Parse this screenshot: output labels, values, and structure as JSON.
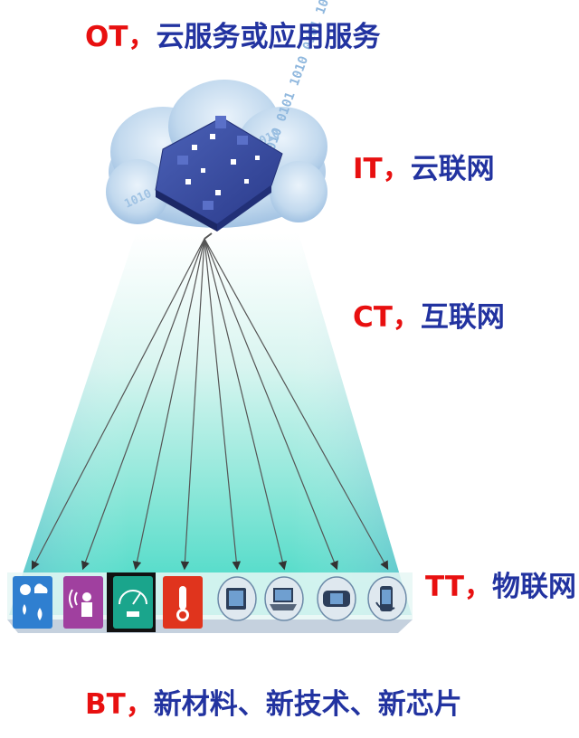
{
  "labels": {
    "ot": {
      "code": "OT",
      "sep": "，",
      "desc": "云服务或应用服务"
    },
    "it": {
      "code": "IT",
      "sep": "，",
      "desc": "云联网"
    },
    "ct": {
      "code": "CT",
      "sep": "，",
      "desc": "互联网"
    },
    "tt": {
      "code": "TT",
      "sep": "，",
      "desc": "物联网"
    },
    "bt": {
      "code": "BT",
      "sep": "，",
      "desc": "新材料、新技术、新芯片"
    }
  },
  "cloud_digits": "1010 0101 1010 0101 1010",
  "colors": {
    "code": "#e81010",
    "desc": "#2233a0",
    "beam": "#3fd7c4",
    "cloud": "#b9d3ea",
    "chip": "#3b4d9e"
  },
  "devices": [
    {
      "name": "weather-sensor-icon",
      "color": "#2f7fd0"
    },
    {
      "name": "signal-person-icon",
      "color": "#a0409f"
    },
    {
      "name": "gauge-icon",
      "color": "#1aa58c"
    },
    {
      "name": "thermometer-icon",
      "color": "#e0341d"
    },
    {
      "name": "tablet-device-icon",
      "color": "#4c6f96"
    },
    {
      "name": "laptop-device-icon",
      "color": "#4c6f96"
    },
    {
      "name": "handheld-console-icon",
      "color": "#4c6f96"
    },
    {
      "name": "mobile-phone-icon",
      "color": "#4c6f96"
    }
  ]
}
